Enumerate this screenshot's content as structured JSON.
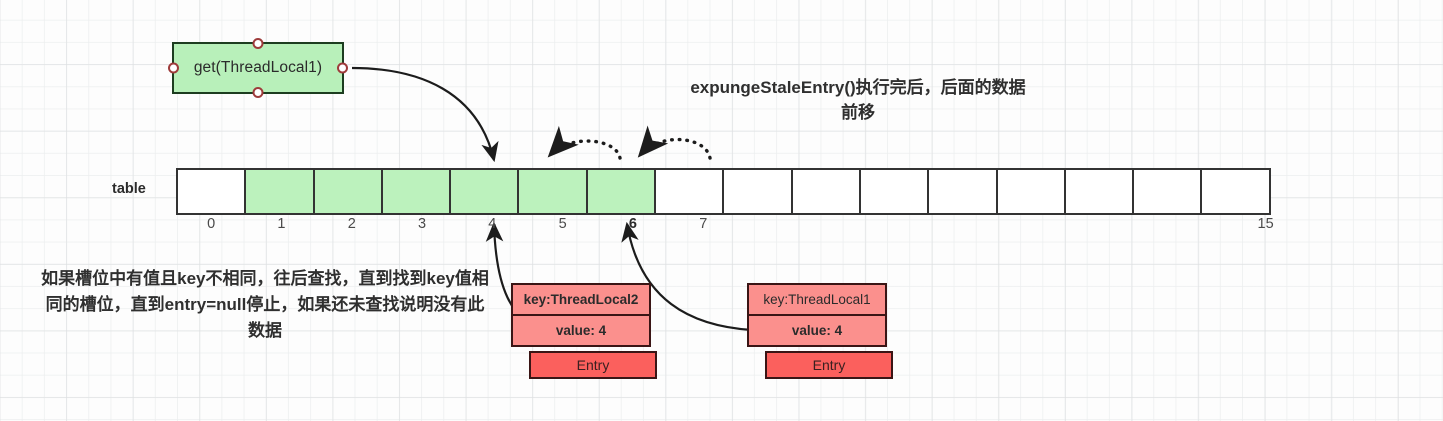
{
  "diagram": {
    "title_note": "expungeStaleEntry()执行完后，后面的数据前移",
    "left_note": "如果槽位中有值且key不相同，往后查找，直到找到key值相同的槽位，直到entry=null停止，如果还未查找说明没有此数据",
    "get_node": {
      "label": "get(ThreadLocal1)",
      "fill_color": "#b8f0ba",
      "border_color": "#1d3d20",
      "port_color": "#9e3b3b"
    },
    "table": {
      "label": "table",
      "slot_count": 16,
      "filled_indices": [
        1,
        2,
        3,
        4,
        5,
        6
      ],
      "filled_color": "#bcf2bd",
      "empty_color": "#ffffff",
      "border_color": "#333333",
      "index_labels": [
        "0",
        "1",
        "2",
        "3",
        "4",
        "5",
        "6",
        "7",
        "",
        "",
        "",
        "",
        "",
        "",
        "",
        "15"
      ],
      "bold_indices": [
        6
      ]
    },
    "entries": [
      {
        "name": "entry-threadlocal2",
        "key_label": "key:ThreadLocal2",
        "key_bold": true,
        "value_label": "value: 4",
        "foot_label": "Entry",
        "points_to_slot": 4,
        "fill_color": "#fb908d",
        "foot_color": "#fb605d"
      },
      {
        "name": "entry-threadlocal1",
        "key_label": "key:ThreadLocal1",
        "key_bold": false,
        "value_label": "value: 4",
        "foot_label": "Entry",
        "points_to_slot": 6,
        "fill_color": "#fb908d",
        "foot_color": "#fb605d"
      }
    ],
    "shift_arrows": [
      {
        "name": "shift-arrow-6-to-5",
        "from_slot": 6,
        "to_slot": 5,
        "style": "dotted"
      },
      {
        "name": "shift-arrow-7-to-6",
        "from_slot": 7,
        "to_slot": 6,
        "style": "dotted"
      }
    ],
    "get_arrow": {
      "name": "get-to-slot4-arrow",
      "to_slot": 4
    }
  }
}
